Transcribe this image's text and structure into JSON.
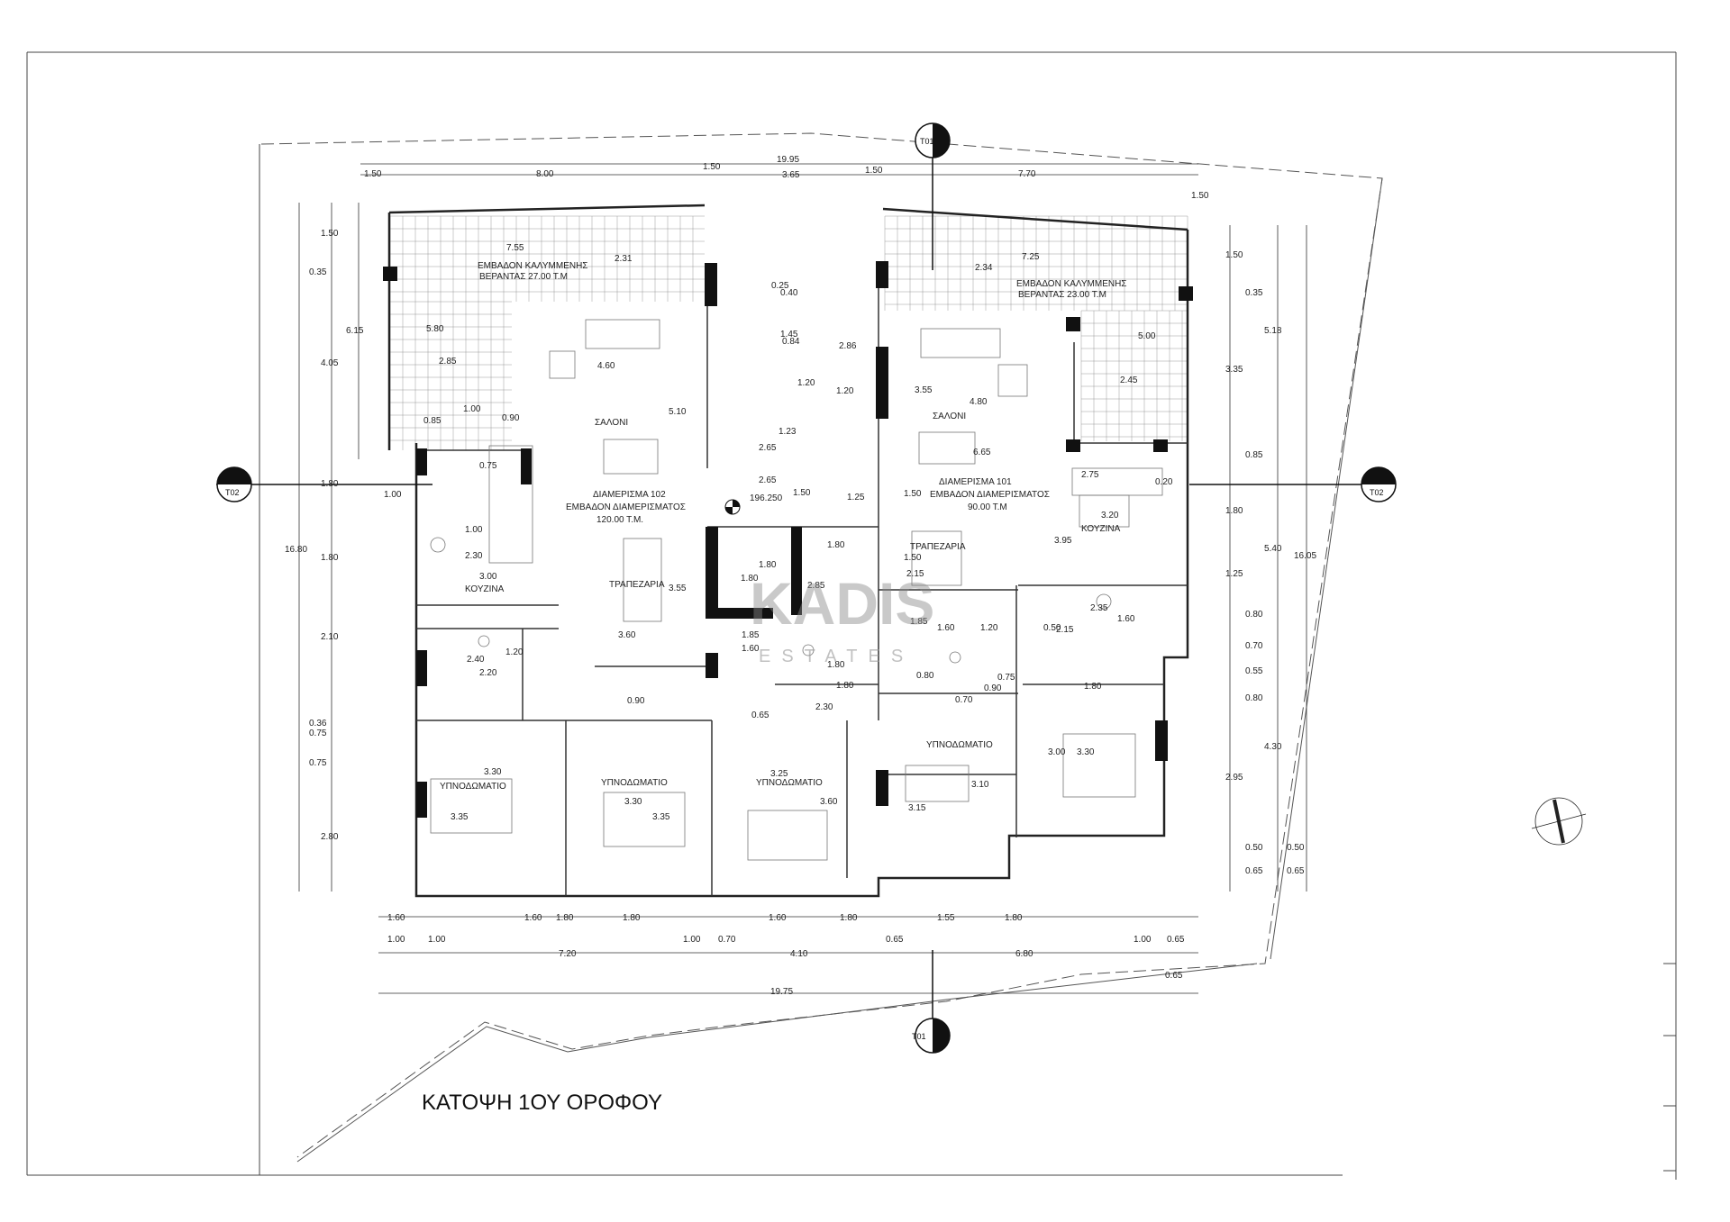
{
  "drawing": {
    "title": "ΚΑΤΟΨΗ 1ΟΥ ΟΡΟΦΟΥ",
    "watermark_main": "KADIS",
    "watermark_sub": "ESTATES",
    "level_mark": "196.250"
  },
  "sections": {
    "t01": "T01",
    "t02": "T02"
  },
  "apartments": {
    "a102": {
      "line1": "ΔΙΑΜΕΡΙΣΜΑ 102",
      "line2": "ΕΜΒΑΔΟΝ ΔΙΑΜΕΡΙΣΜΑΤΟΣ",
      "line3": "120.00 Τ.Μ.",
      "veranda1": "ΕΜΒΑΔΟΝ ΚΑΛΥΜΜΕΝΗΣ",
      "veranda2": "ΒΕΡΑΝΤΑΣ 27.00 Τ.Μ"
    },
    "a101": {
      "line1": "ΔΙΑΜΕΡΙΣΜΑ 101",
      "line2": "ΕΜΒΑΔΟΝ ΔΙΑΜΕΡΙΣΜΑΤΟΣ",
      "line3": "90.00 Τ.Μ",
      "veranda1": "ΕΜΒΑΔΟΝ ΚΑΛΥΜΜΕΝΗΣ",
      "veranda2": "ΒΕΡΑΝΤΑΣ 23.00 Τ.Μ"
    }
  },
  "rooms": {
    "saloni": "ΣΑΛΟΝΙ",
    "kouzina": "ΚΟΥΖΙΝΑ",
    "trapezaria": "ΤΡΑΠΕΖΑΡΙΑ",
    "ypnodomatio": "ΥΠΝΟΔΩΜΑΤΙΟ"
  },
  "dimensions": {
    "top_total": "19.95",
    "top_1": "1.50",
    "top_2": "8.00",
    "top_3": "1.50",
    "top_4": "3.65",
    "top_5": "1.50",
    "top_6": "7.70",
    "top_right": "1.50",
    "bottom_total": "19.75",
    "bottom_a": "7.20",
    "bottom_b": "4.10",
    "bottom_c": "6.80",
    "bottom_d1": "1.00",
    "bottom_d2": "1.00",
    "bottom_d3": "1.00",
    "bottom_d4": "0.70",
    "bottom_d5": "0.65",
    "bottom_d6": "1.00",
    "bottom_d7": "0.65",
    "bottom_d8": "0.65",
    "openings_1": "1.60",
    "openings_2": "1.60",
    "openings_3": "1.80",
    "openings_4": "1.80",
    "openings_5": "1.60",
    "openings_6": "1.80",
    "openings_7": "1.55",
    "openings_8": "1.80",
    "left_total": "16.80",
    "left_1": "1.50",
    "left_2": "0.35",
    "left_3": "6.15",
    "left_4": "4.05",
    "left_5": "1.80",
    "left_6": "1.80",
    "left_7": "2.10",
    "left_8": "0.36",
    "left_9": "0.75",
    "left_10": "0.75",
    "left_11": "2.80",
    "right_total": "16.05",
    "right_1": "1.50",
    "right_2": "0.35",
    "right_3": "5.18",
    "right_4": "3.35",
    "right_5": "0.85",
    "right_6": "1.80",
    "right_7": "5.40",
    "right_8": "1.25",
    "right_9": "0.80",
    "right_10": "0.70",
    "right_11": "0.55",
    "right_12": "0.80",
    "right_13": "4.30",
    "right_14": "2.95",
    "right_15": "0.50",
    "right_16": "0.50",
    "right_17": "0.65",
    "right_18": "0.65",
    "in_755": "7.55",
    "in_231": "2.31",
    "in_580": "5.80",
    "in_285": "2.85",
    "in_460": "4.60",
    "in_510": "5.10",
    "in_085": "0.85",
    "in_100": "1.00",
    "in_090": "0.90",
    "in_075": "0.75",
    "in_100b": "1.00",
    "in_230": "2.30",
    "in_300": "3.00",
    "in_355": "3.55",
    "in_360": "3.60",
    "in_240": "2.40",
    "in_120": "1.20",
    "in_220": "2.20",
    "in_090b": "0.90",
    "in_330": "3.30",
    "in_335": "3.35",
    "in_330b": "3.30",
    "in_335b": "3.35",
    "in_325": "3.25",
    "in_360b": "3.60",
    "st_025": "0.25",
    "st_040": "0.40",
    "st_145": "1.45",
    "st_084": "0.84",
    "st_286": "2.86",
    "st_120": "1.20",
    "st_120b": "1.20",
    "st_123": "1.23",
    "st_265": "2.65",
    "st_265b": "2.65",
    "st_150": "1.50",
    "st_125": "1.25",
    "st_180": "1.80",
    "st_180b": "1.80",
    "st_285": "2.85",
    "st_180c": "1.80",
    "st_185": "1.85",
    "st_160": "1.60",
    "st_180d": "1.80",
    "st_180e": "1.80",
    "st_230": "2.30",
    "st_065": "0.65",
    "r_725": "7.25",
    "r_234": "2.34",
    "r_500": "5.00",
    "r_245": "2.45",
    "r_355": "3.55",
    "r_480": "4.80",
    "r_665": "6.65",
    "r_150": "1.50",
    "r_275": "2.75",
    "r_020": "0.20",
    "r_320": "3.20",
    "r_395": "3.95",
    "r_215": "2.15",
    "r_235": "2.35",
    "r_160": "1.60",
    "r_185": "1.85",
    "r_160b": "1.60",
    "r_120": "1.20",
    "r_050": "0.50",
    "r_215b": "2.15",
    "r_080": "0.80",
    "r_075": "0.75",
    "r_090": "0.90",
    "r_070": "0.70",
    "r_180": "1.80",
    "r_310": "3.10",
    "r_315": "3.15",
    "r_300": "3.00",
    "r_330": "3.30"
  }
}
